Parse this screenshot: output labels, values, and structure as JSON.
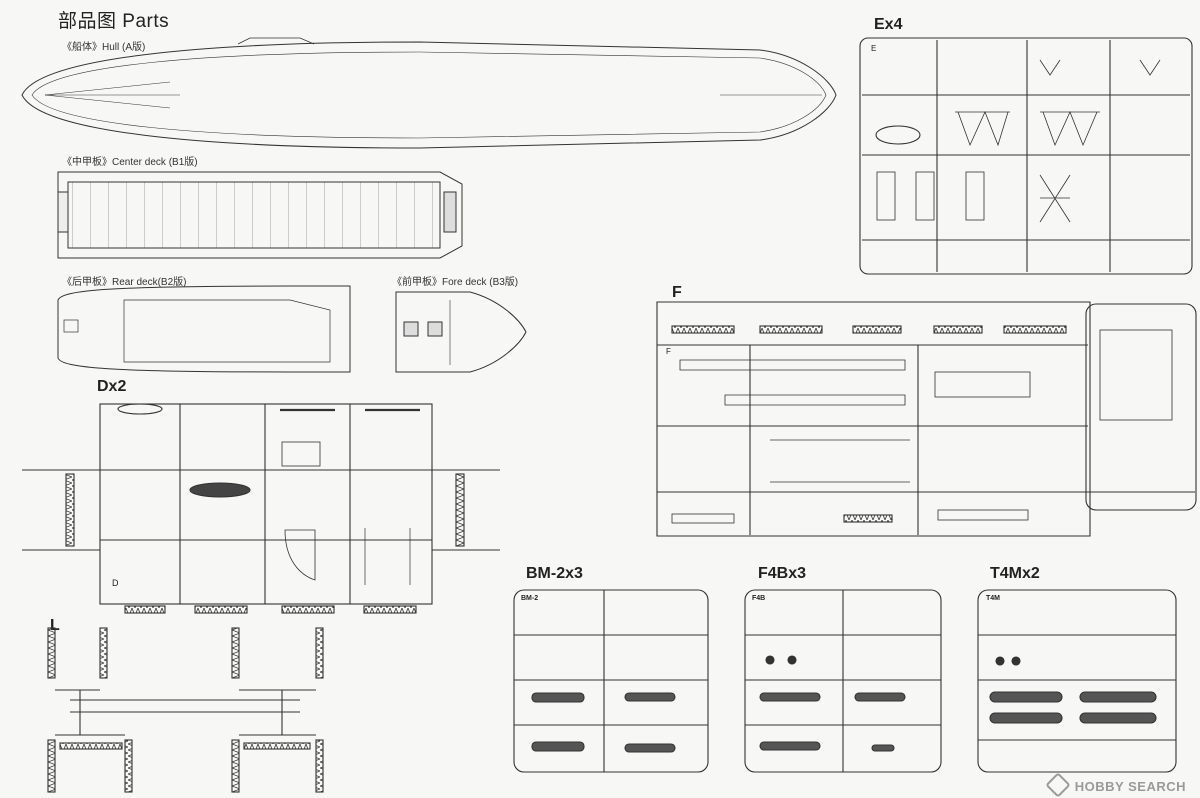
{
  "title": "部品图 Parts",
  "parts": {
    "hull": "《船体》Hull (A版)",
    "center_deck": "《中甲板》Center deck (B1版)",
    "rear_deck": "《后甲板》Rear deck(B2版)",
    "fore_deck": "《前甲板》Fore deck (B3版)"
  },
  "sprues": {
    "ex": "Ex4",
    "f": "F",
    "dx": "Dx2",
    "l": "L",
    "bm": "BM-2x3",
    "f4b": "F4Bx3",
    "t4m": "T4Mx2"
  },
  "tags": {
    "ex": "E",
    "f": "F",
    "dx": "D",
    "bm": "BM-2",
    "f4b": "F4B",
    "t4m": "T4M"
  },
  "watermark": "HOBBY SEARCH"
}
